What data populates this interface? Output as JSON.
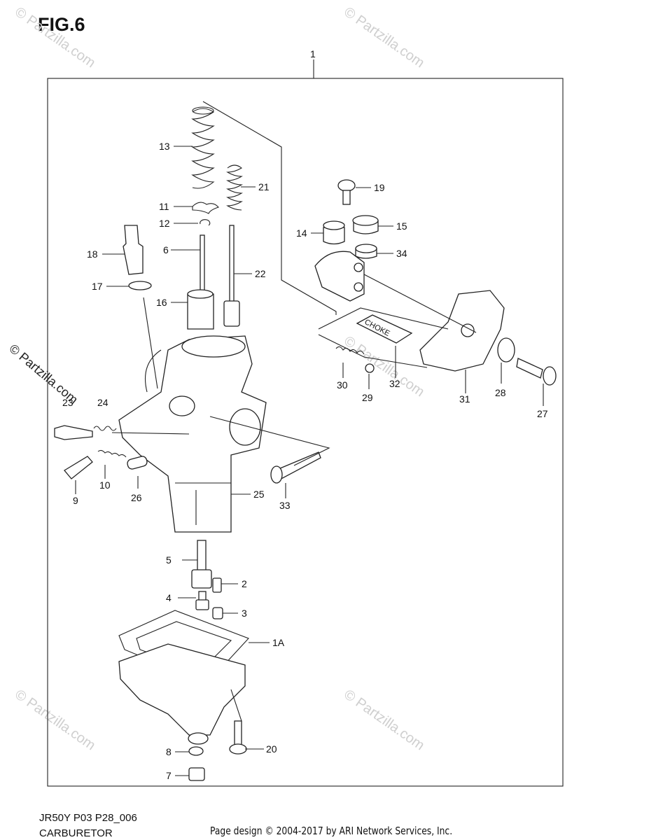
{
  "header": {
    "figure_label": "FIG.6"
  },
  "watermark": {
    "text": "© Partzilla.com"
  },
  "footer": {
    "diagram_code": "JR50Y P03 P28_006",
    "section_name": "CARBURETOR",
    "copyright": "Page design © 2004-2017 by ARI Network Services, Inc."
  },
  "callouts": {
    "c1": "1",
    "c1a": "1A",
    "c2": "2",
    "c3": "3",
    "c4": "4",
    "c5": "5",
    "c6": "6",
    "c7": "7",
    "c8": "8",
    "c9": "9",
    "c10": "10",
    "c11": "11",
    "c12": "12",
    "c13": "13",
    "c14": "14",
    "c15": "15",
    "c16": "16",
    "c17": "17",
    "c18": "18",
    "c19": "19",
    "c20": "20",
    "c21": "21",
    "c22": "22",
    "c23": "23",
    "c24": "24",
    "c25": "25",
    "c26": "26",
    "c27": "27",
    "c28": "28",
    "c29": "29",
    "c30": "30",
    "c31": "31",
    "c32": "32",
    "c33": "33",
    "c34": "34"
  },
  "choke_plate_text": "CHOKE",
  "colors": {
    "line": "#222222",
    "watermark": "#cfcfcf",
    "background": "#ffffff"
  }
}
